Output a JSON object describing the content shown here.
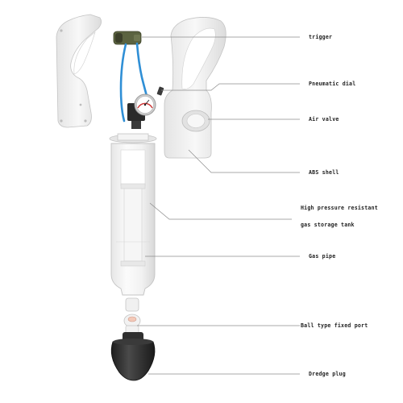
{
  "labels": {
    "trigger": "trigger",
    "pneumatic_dial": "Pneumatic dial",
    "air_valve": "Air valve",
    "abs_shell": "ABS shell",
    "tank_line1": "High pressure resistant",
    "tank_line2": "gas storage tank",
    "gas_pipe": "Gas pipe",
    "ball_port": "Ball type fixed port",
    "dredge_plug": "Dredge plug"
  },
  "colors": {
    "plastic": "#f1f1f1",
    "plastic_shade": "#d9d9d9",
    "outline": "#c4c4c4",
    "hose": "#2f8fd6",
    "trigger_green": "#5b6340",
    "rubber": "#2b2b2b",
    "leader": "#8c8c8c",
    "text": "#222222",
    "gauge_red": "#cc3333"
  }
}
